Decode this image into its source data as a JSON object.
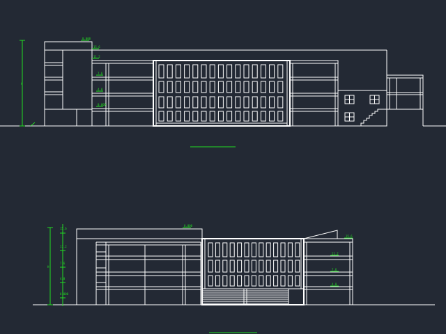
{
  "drawing": {
    "background": "#232934",
    "line_color": "#ffffff",
    "dimension_color": "#22dd22"
  },
  "upper_elevation": {
    "height_dim_label": "H",
    "roof_tag": "0.000",
    "level_tags": [
      "15.6",
      "11.2",
      "7.6",
      "4.0",
      "0.000"
    ]
  },
  "lower_elevation": {
    "height_dim_label": "H",
    "roof_tag": "0.000",
    "left_level_tags": [
      "15.6",
      "11.2",
      "7.6",
      "4.0",
      "0.000"
    ],
    "right_level_tags": [
      "15.6",
      "11.2",
      "7.6",
      "4.0"
    ]
  }
}
